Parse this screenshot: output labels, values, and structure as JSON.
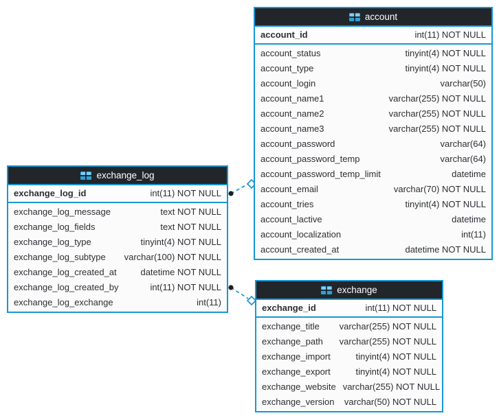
{
  "colors": {
    "frame_blue": "#1896d2",
    "header_bg": "#22262b",
    "header_text": "#ffffff",
    "row_bg": "#fbfbfb",
    "text": "#2b2e32",
    "connector_dot": "#1b1f23",
    "icon_blue": "#2da0d8",
    "icon_blue_light": "#7ecdf2"
  },
  "tables": [
    {
      "name": "exchange_log",
      "icon": "table-icon",
      "primary_key": {
        "name": "exchange_log_id",
        "type": "int(11) NOT NULL"
      },
      "fields": [
        {
          "name": "exchange_log_message",
          "type": "text NOT NULL"
        },
        {
          "name": "exchange_log_fields",
          "type": "text NOT NULL"
        },
        {
          "name": "exchange_log_type",
          "type": "tinyint(4) NOT NULL"
        },
        {
          "name": "exchange_log_subtype",
          "type": "varchar(100) NOT NULL"
        },
        {
          "name": "exchange_log_created_at",
          "type": "datetime NOT NULL"
        },
        {
          "name": "exchange_log_created_by",
          "type": "int(11) NOT NULL"
        },
        {
          "name": "exchange_log_exchange",
          "type": "int(11)"
        }
      ]
    },
    {
      "name": "account",
      "icon": "table-icon",
      "primary_key": {
        "name": "account_id",
        "type": "int(11) NOT NULL"
      },
      "fields": [
        {
          "name": "account_status",
          "type": "tinyint(4) NOT NULL"
        },
        {
          "name": "account_type",
          "type": "tinyint(4) NOT NULL"
        },
        {
          "name": "account_login",
          "type": "varchar(50)"
        },
        {
          "name": "account_name1",
          "type": "varchar(255) NOT NULL"
        },
        {
          "name": "account_name2",
          "type": "varchar(255) NOT NULL"
        },
        {
          "name": "account_name3",
          "type": "varchar(255) NOT NULL"
        },
        {
          "name": "account_password",
          "type": "varchar(64)"
        },
        {
          "name": "account_password_temp",
          "type": "varchar(64)"
        },
        {
          "name": "account_password_temp_limit",
          "type": "datetime"
        },
        {
          "name": "account_email",
          "type": "varchar(70) NOT NULL"
        },
        {
          "name": "account_tries",
          "type": "tinyint(4) NOT NULL"
        },
        {
          "name": "account_lactive",
          "type": "datetime"
        },
        {
          "name": "account_localization",
          "type": "int(11)"
        },
        {
          "name": "account_created_at",
          "type": "datetime NOT NULL"
        }
      ]
    },
    {
      "name": "exchange",
      "icon": "table-icon",
      "primary_key": {
        "name": "exchange_id",
        "type": "int(11) NOT NULL"
      },
      "fields": [
        {
          "name": "exchange_title",
          "type": "varchar(255) NOT NULL"
        },
        {
          "name": "exchange_path",
          "type": "varchar(255) NOT NULL"
        },
        {
          "name": "exchange_import",
          "type": "tinyint(4) NOT NULL"
        },
        {
          "name": "exchange_export",
          "type": "tinyint(4) NOT NULL"
        },
        {
          "name": "exchange_website",
          "type": "varchar(255) NOT NULL"
        },
        {
          "name": "exchange_version",
          "type": "varchar(50) NOT NULL"
        }
      ]
    }
  ],
  "connectors": [
    {
      "from_table": "exchange_log",
      "from_field": "exchange_log_id",
      "to_table": "account"
    },
    {
      "from_table": "exchange_log",
      "from_field": "exchange_log_created_by",
      "to_table": "exchange"
    }
  ]
}
